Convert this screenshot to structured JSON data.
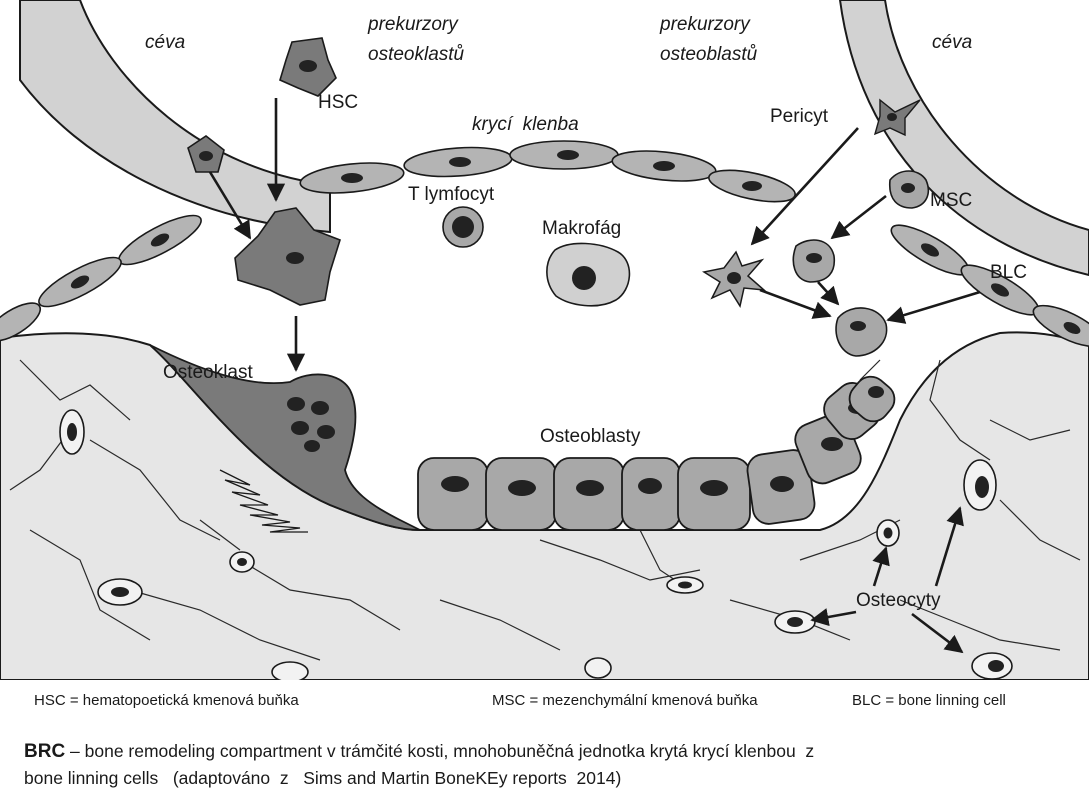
{
  "labels": {
    "vessel_left": "céva",
    "vessel_right": "céva",
    "osteoclast_precursors_1": "prekurzory",
    "osteoclast_precursors_2": "osteoklastů",
    "osteoblast_precursors_1": "prekurzory",
    "osteoblast_precursors_2": "osteoblastů",
    "hsc": "HSC",
    "canopy": "krycí  klenba",
    "pericyte": "Pericyt",
    "t_lymphocyte": "T lymfocyt",
    "msc": "MSC",
    "macrophage": "Makrofág",
    "blc": "BLC",
    "osteoclast": "Osteoklast",
    "osteoblasts": "Osteoblasty",
    "osteocytes": "Osteocyty"
  },
  "legend": {
    "hsc": "HSC = hematopoetická kmenová buňka",
    "msc": "MSC = mezenchymální kmenová buňka",
    "blc": "BLC = bone linning cell"
  },
  "caption": {
    "bold": "BRC",
    "line1": " – bone remodeling compartment v trámčité kosti, mnohobuněčná jednotka krytá krycí klenbou  z",
    "line2": "bone linning cells   (adaptováno  z   Sims and Martin BoneKEy reports  2014)"
  },
  "colors": {
    "bone": "#e6e6e6",
    "vessel": "#d2d2d2",
    "cell_light": "#d0d0d0",
    "cell_mid": "#a8a8a8",
    "cell_dark": "#7a7a7a",
    "nucleus": "#222222",
    "stroke": "#1a1a1a"
  }
}
